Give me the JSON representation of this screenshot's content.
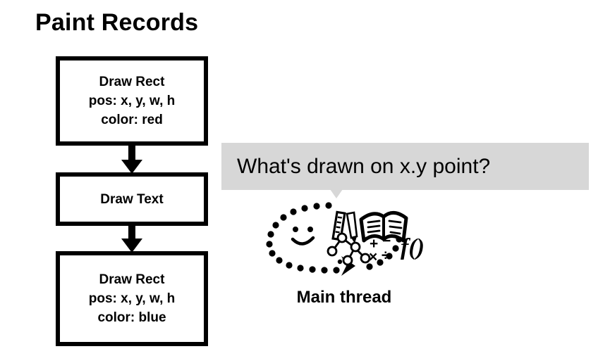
{
  "slide": {
    "title": "Paint Records",
    "background_color": "#ffffff",
    "ink_color": "#000000"
  },
  "paint_records": {
    "boxes": [
      {
        "name": "draw-rect-red",
        "lines": [
          "Draw Rect",
          "pos: x, y, w, h",
          "color: red"
        ],
        "op": "Draw Rect",
        "pos": "x, y, w, h",
        "color": "red"
      },
      {
        "name": "draw-text",
        "lines": [
          "Draw Text"
        ],
        "op": "Draw Text"
      },
      {
        "name": "draw-rect-blue",
        "lines": [
          "Draw Rect",
          "pos: x, y, w, h",
          "color: blue"
        ],
        "op": "Draw Rect",
        "pos": "x, y, w, h",
        "color": "blue"
      }
    ],
    "arrows": [
      {
        "name": "arrow-box1-to-box2",
        "direction": "down"
      },
      {
        "name": "arrow-box2-to-box3",
        "direction": "down"
      }
    ]
  },
  "speech_bubble": {
    "text": "What's drawn on x.y point?",
    "fill_color": "#d7d7d7",
    "tail": "down"
  },
  "main_thread": {
    "label": "Main thread",
    "illustration": {
      "loop": "dotted-ellipse-with-arrowhead",
      "face": "smiley-face",
      "tools": [
        "ruler-icon",
        "pencil-icon",
        "open-book-icon",
        "node-tree-icon"
      ],
      "math_symbols": [
        "+",
        "−",
        "×",
        "÷"
      ],
      "function_notation": "f()"
    }
  }
}
